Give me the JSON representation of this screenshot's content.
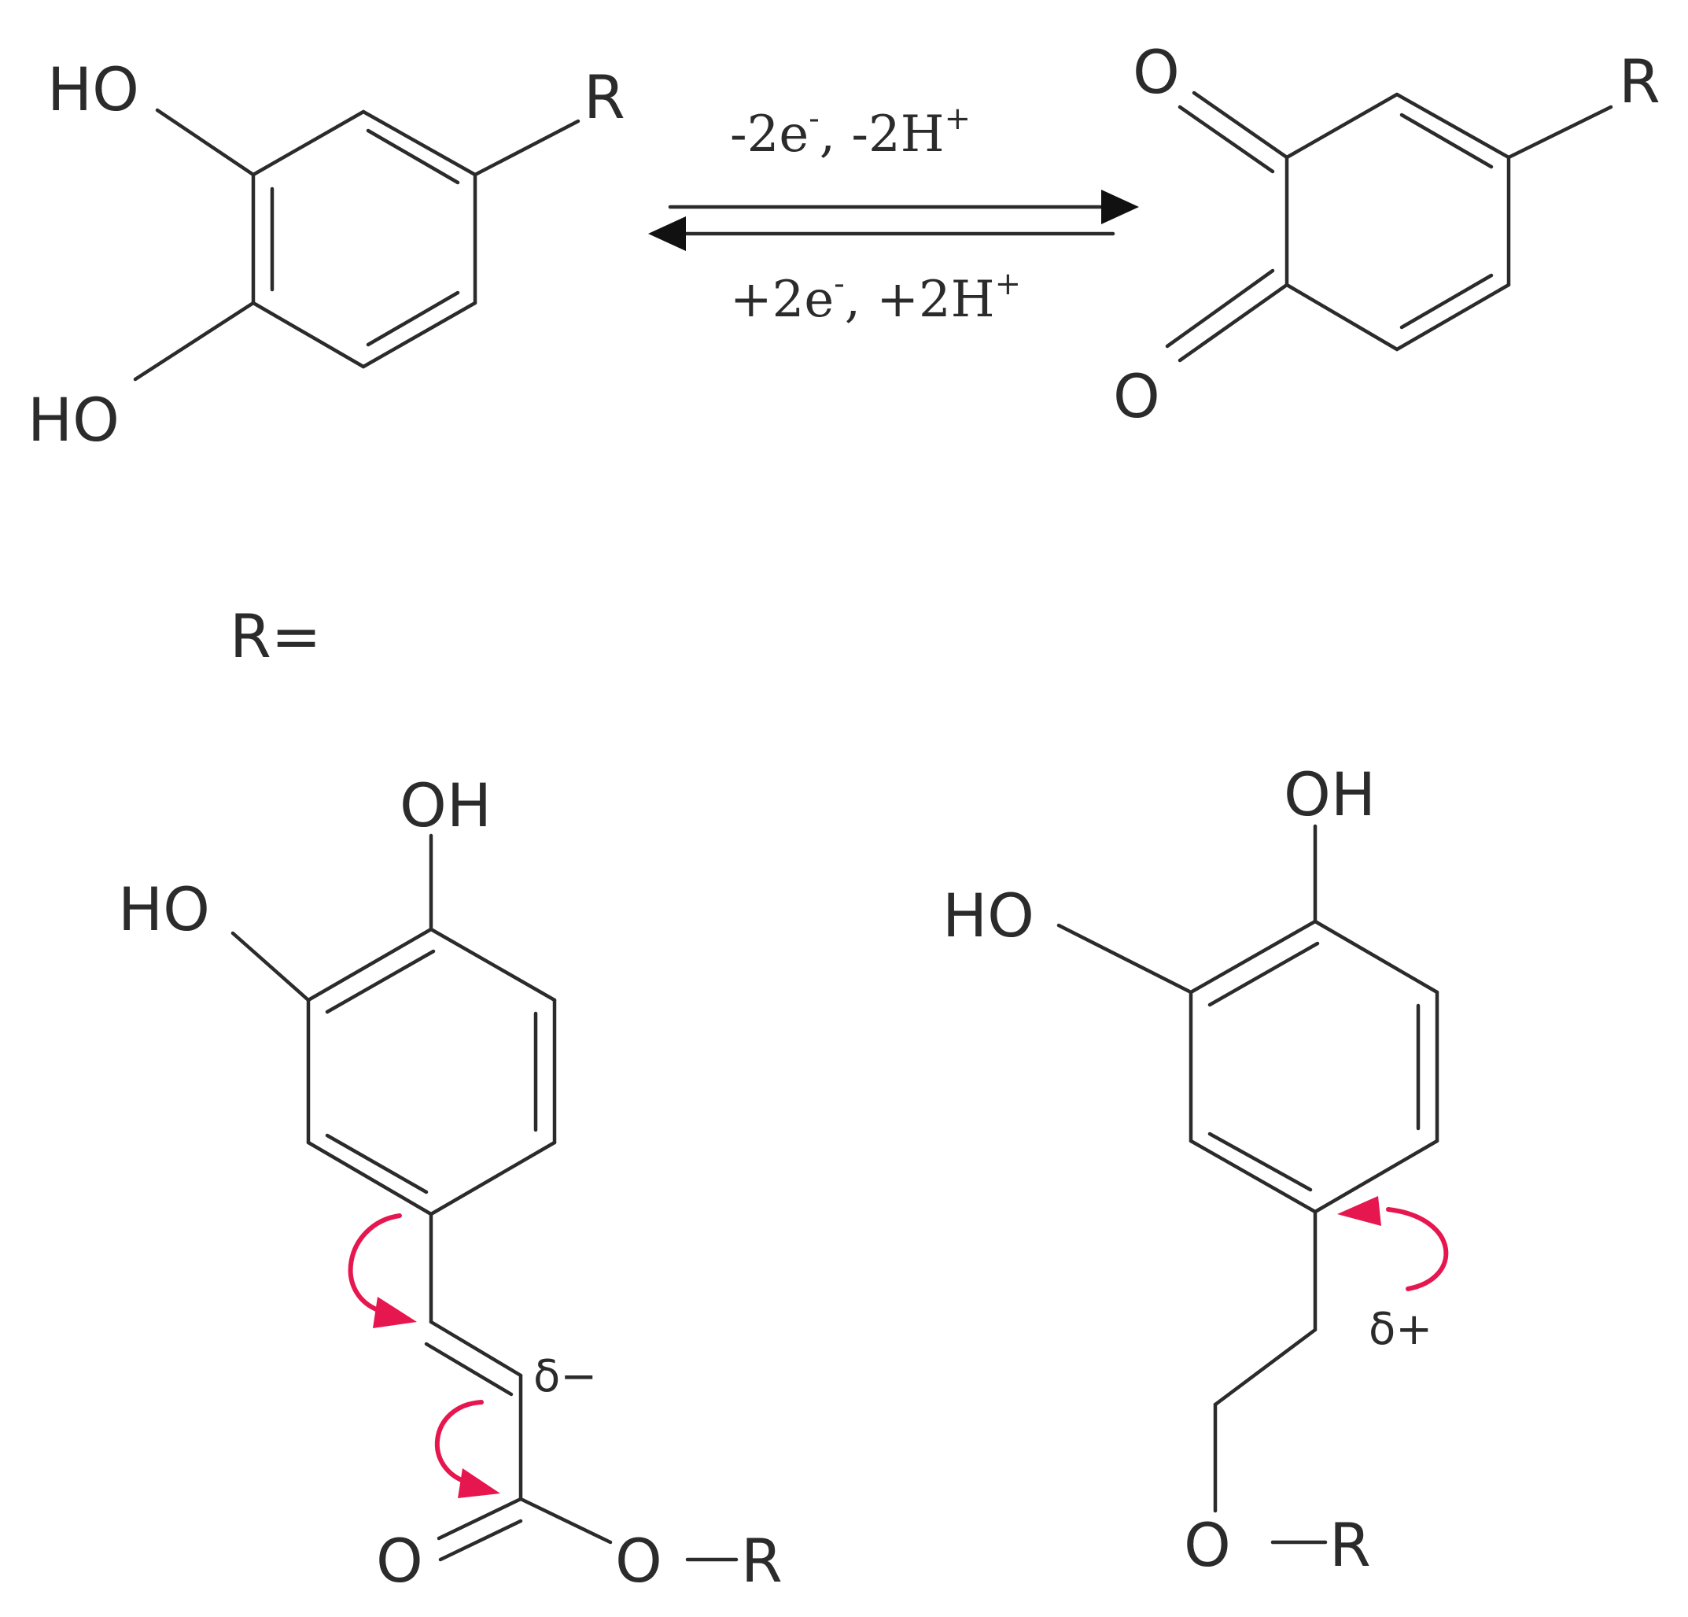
{
  "labels": {
    "ho": "HO",
    "oh": "OH",
    "o": "O",
    "r": "R",
    "r_def": "R="
  },
  "conditions": {
    "forward_a": "-2e",
    "forward_a_sup": "-",
    "forward_b": ", -2H",
    "forward_b_sup": "+",
    "reverse_a": "+2e",
    "reverse_a_sup": "-",
    "reverse_b": ", +2H",
    "reverse_b_sup": "+"
  },
  "charges": {
    "delta_minus": "δ−",
    "delta_plus": "δ+"
  },
  "colors": {
    "bond": "#2b2b2b",
    "electron_arrow": "#e6174f",
    "equilibrium_arrow": "#111111"
  }
}
